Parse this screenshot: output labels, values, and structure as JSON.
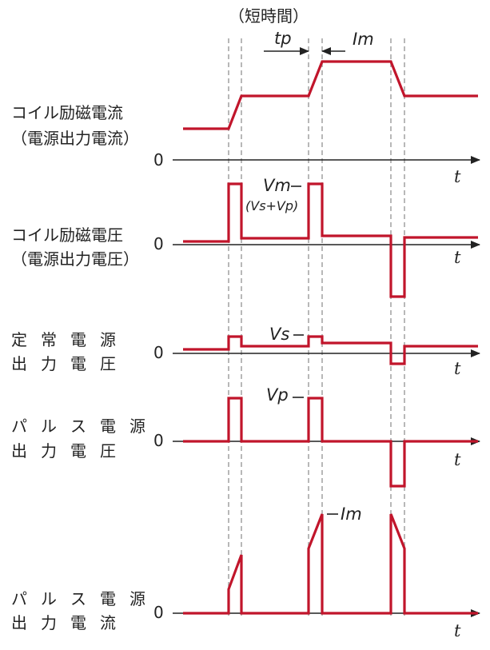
{
  "header": {
    "short_time_label": "（短時間）"
  },
  "colors": {
    "waveform": "#c1152b",
    "axis": "#222222",
    "guide": "#9a9a9a"
  },
  "annotations": {
    "tp": "tp",
    "Im": "Im",
    "Vm": "Vm",
    "Vs_plus_Vp": "(Vs+Vp)",
    "Vs": "Vs",
    "Vp": "Vp",
    "Im_peak": "Im"
  },
  "panels": [
    {
      "id": "coil-current",
      "label_line1": "コイル励磁電流",
      "label_line2": "（電源出力電流）",
      "zero": "0",
      "axis_label": "t"
    },
    {
      "id": "coil-voltage",
      "label_line1": "コイル励磁電圧",
      "label_line2": "（電源出力電圧）",
      "zero": "0",
      "axis_label": "t"
    },
    {
      "id": "steady-voltage",
      "label_line1": "定常電源",
      "label_line2": "出力電圧",
      "zero": "0",
      "axis_label": "t"
    },
    {
      "id": "pulse-voltage",
      "label_line1": "パルス電源",
      "label_line2": "出力電圧",
      "zero": "0",
      "axis_label": "t"
    },
    {
      "id": "pulse-current",
      "label_line1": "パルス電源",
      "label_line2": "出力電流",
      "zero": "0",
      "axis_label": "t"
    }
  ]
}
